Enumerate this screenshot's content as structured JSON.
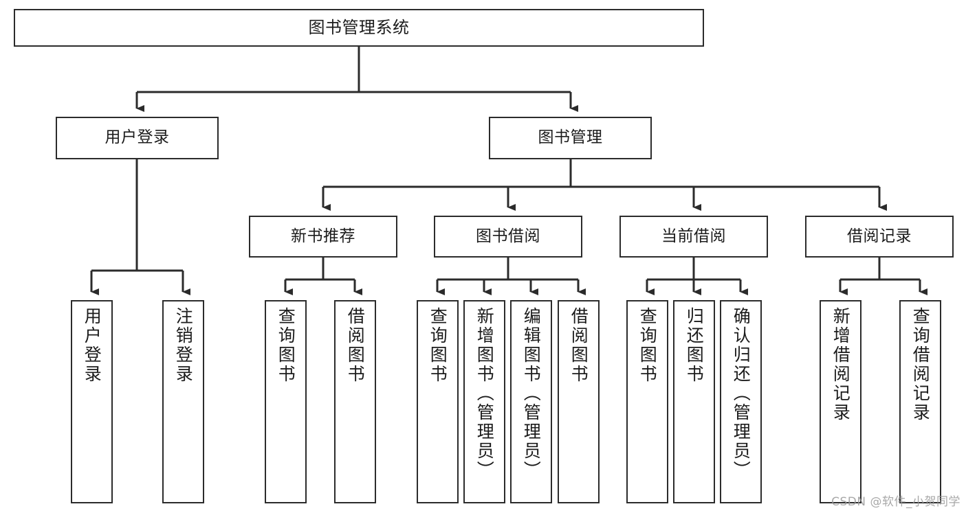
{
  "diagram": {
    "title": "图书管理系统",
    "type": "tree",
    "watermark": "CSDN @软件_小贺同学",
    "colors": {
      "box_border": "#2b2b2b",
      "box_fill": "#ffffff",
      "edge": "#2b2b2b",
      "text": "#1b1b1b",
      "watermark": "#9a9a9a",
      "background": "#ffffff"
    },
    "levels": {
      "root": [
        "图书管理系统"
      ],
      "level2": [
        "用户登录",
        "图书管理"
      ],
      "level3": [
        "新书推荐",
        "图书借阅",
        "当前借阅",
        "借阅记录"
      ],
      "leaves": [
        "用户登录",
        "注销登录",
        "查询图书",
        "借阅图书",
        "查询图书",
        "新增图书（管理员）",
        "编辑图书（管理员）",
        "借阅图书",
        "查询图书",
        "归还图书",
        "确认归还（管理员）",
        "新增借阅记录",
        "查询借阅记录"
      ]
    },
    "nodes": {
      "root": {
        "label": "图书管理系统"
      },
      "user_login": {
        "label": "用户登录"
      },
      "book_manage": {
        "label": "图书管理"
      },
      "new_book_rec": {
        "label": "新书推荐"
      },
      "book_borrow": {
        "label": "图书借阅"
      },
      "current_borrow": {
        "label": "当前借阅"
      },
      "borrow_record": {
        "label": "借阅记录"
      },
      "leaf_user_login": {
        "label": "用户登录"
      },
      "leaf_user_logout": {
        "label": "注销登录"
      },
      "leaf_nb_query": {
        "label": "查询图书"
      },
      "leaf_nb_borrow": {
        "label": "借阅图书"
      },
      "leaf_bb_query": {
        "label": "查询图书"
      },
      "leaf_bb_add": {
        "label": "新增图书（管理员）"
      },
      "leaf_bb_edit": {
        "label": "编辑图书（管理员）"
      },
      "leaf_bb_borrow": {
        "label": "借阅图书"
      },
      "leaf_cb_query": {
        "label": "查询图书"
      },
      "leaf_cb_return": {
        "label": "归还图书"
      },
      "leaf_cb_confirm": {
        "label": "确认归还（管理员）"
      },
      "leaf_br_add": {
        "label": "新增借阅记录"
      },
      "leaf_br_query": {
        "label": "查询借阅记录"
      }
    },
    "edges": [
      {
        "from": "root",
        "to": "user_login"
      },
      {
        "from": "root",
        "to": "book_manage"
      },
      {
        "from": "user_login",
        "to": "leaf_user_login"
      },
      {
        "from": "user_login",
        "to": "leaf_user_logout"
      },
      {
        "from": "book_manage",
        "to": "new_book_rec"
      },
      {
        "from": "book_manage",
        "to": "book_borrow"
      },
      {
        "from": "book_manage",
        "to": "current_borrow"
      },
      {
        "from": "book_manage",
        "to": "borrow_record"
      },
      {
        "from": "new_book_rec",
        "to": "leaf_nb_query"
      },
      {
        "from": "new_book_rec",
        "to": "leaf_nb_borrow"
      },
      {
        "from": "book_borrow",
        "to": "leaf_bb_query"
      },
      {
        "from": "book_borrow",
        "to": "leaf_bb_add"
      },
      {
        "from": "book_borrow",
        "to": "leaf_bb_edit"
      },
      {
        "from": "book_borrow",
        "to": "leaf_bb_borrow"
      },
      {
        "from": "current_borrow",
        "to": "leaf_cb_query"
      },
      {
        "from": "current_borrow",
        "to": "leaf_cb_return"
      },
      {
        "from": "current_borrow",
        "to": "leaf_cb_confirm"
      },
      {
        "from": "borrow_record",
        "to": "leaf_br_add"
      },
      {
        "from": "borrow_record",
        "to": "leaf_br_query"
      }
    ]
  }
}
